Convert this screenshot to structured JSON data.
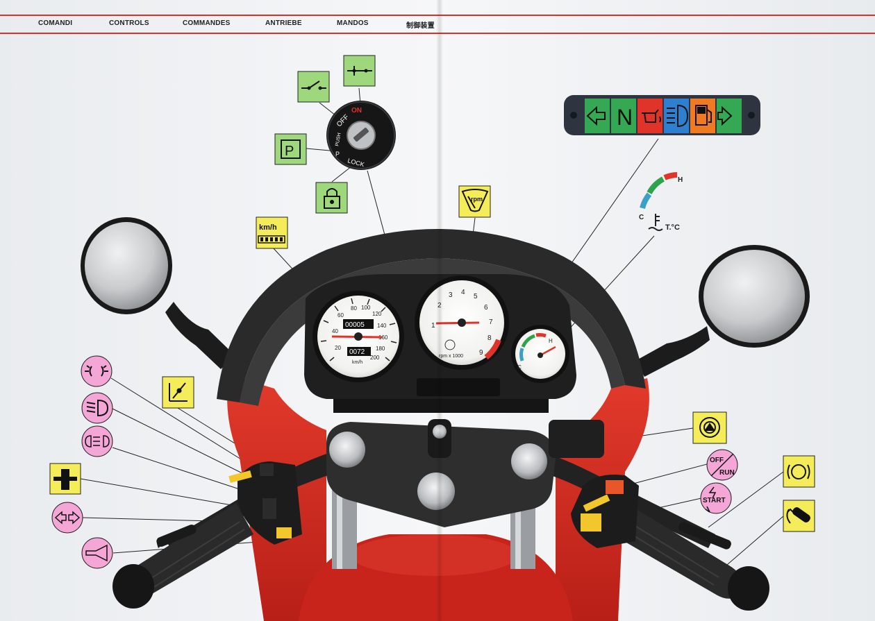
{
  "header": {
    "langs": [
      "COMANDI",
      "CONTROLS",
      "COMMANDES",
      "ANTRIEBE",
      "MANDOS",
      "制御装置"
    ]
  },
  "ignition": {
    "positions": [
      "OFF",
      "ON",
      "PUSH",
      "P",
      "LOCK"
    ]
  },
  "symbols": {
    "parking": "P",
    "speedometer": "km/h",
    "tachometer": "rpm",
    "neutral": "N",
    "temp_high": "H",
    "temp_low": "C",
    "temp_label": "T.°C",
    "off_run_top": "OFF",
    "off_run_bottom": "RUN",
    "start": "START"
  },
  "speedometer": {
    "scale": [
      "20",
      "40",
      "60",
      "80",
      "100",
      "120",
      "140",
      "160",
      "180",
      "200"
    ],
    "unit": "km/h",
    "odometer": "00005",
    "tripmeter": "0072"
  },
  "tachometer": {
    "scale": [
      "1",
      "2",
      "3",
      "4",
      "5",
      "6",
      "7",
      "8",
      "9"
    ],
    "unit": "rpm x 1000"
  },
  "temp_gauge": {
    "high": "H",
    "low": "C"
  },
  "colors": {
    "rule_red": "#d8322f",
    "fairing_red": "#d5291f",
    "callout_yellow": "#f4ec58",
    "callout_green": "#9fd87c",
    "callout_pink": "#f4a6d6"
  }
}
